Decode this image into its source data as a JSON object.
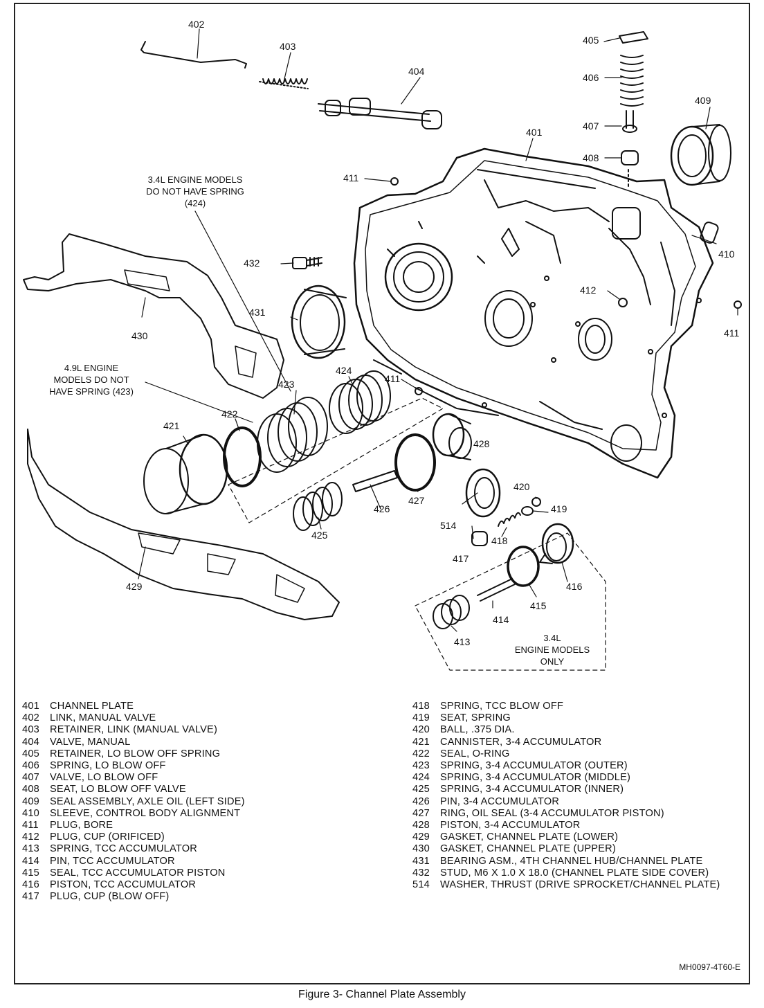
{
  "callouts": {
    "c401": "401",
    "c402": "402",
    "c403": "403",
    "c404": "404",
    "c405": "405",
    "c406": "406",
    "c407": "407",
    "c408": "408",
    "c409": "409",
    "c410": "410",
    "c411a": "411",
    "c411b": "411",
    "c411c": "411",
    "c412": "412",
    "c413": "413",
    "c414": "414",
    "c415": "415",
    "c416": "416",
    "c417": "417",
    "c418": "418",
    "c419": "419",
    "c420": "420",
    "c421": "421",
    "c422": "422",
    "c423": "423",
    "c424": "424",
    "c425": "425",
    "c426": "426",
    "c427": "427",
    "c428": "428",
    "c429": "429",
    "c430": "430",
    "c431": "431",
    "c432": "432",
    "c514": "514"
  },
  "notes": {
    "note_34_spring_l1": "3.4L ENGINE MODELS",
    "note_34_spring_l2": "DO NOT HAVE SPRING",
    "note_34_spring_l3": "(424)",
    "note_49_l1": "4.9L ENGINE",
    "note_49_l2": "MODELS DO NOT",
    "note_49_l3": "HAVE SPRING (423)",
    "note_34_only_l1": "3.4L",
    "note_34_only_l2": "ENGINE MODELS",
    "note_34_only_l3": "ONLY"
  },
  "legend_left": [
    {
      "num": "401",
      "desc": "CHANNEL PLATE"
    },
    {
      "num": "402",
      "desc": "LINK, MANUAL VALVE"
    },
    {
      "num": "403",
      "desc": "RETAINER, LINK (MANUAL VALVE)"
    },
    {
      "num": "404",
      "desc": "VALVE, MANUAL"
    },
    {
      "num": "405",
      "desc": "RETAINER, LO BLOW OFF SPRING"
    },
    {
      "num": "406",
      "desc": "SPRING, LO BLOW OFF"
    },
    {
      "num": "407",
      "desc": "VALVE, LO BLOW OFF"
    },
    {
      "num": "408",
      "desc": "SEAT, LO BLOW OFF VALVE"
    },
    {
      "num": "409",
      "desc": "SEAL ASSEMBLY, AXLE OIL (LEFT SIDE)"
    },
    {
      "num": "410",
      "desc": "SLEEVE, CONTROL BODY ALIGNMENT"
    },
    {
      "num": "411",
      "desc": "PLUG, BORE"
    },
    {
      "num": "412",
      "desc": "PLUG, CUP (ORIFICED)"
    },
    {
      "num": "413",
      "desc": "SPRING, TCC ACCUMULATOR"
    },
    {
      "num": "414",
      "desc": "PIN, TCC ACCUMULATOR"
    },
    {
      "num": "415",
      "desc": "SEAL, TCC ACCUMULATOR PISTON"
    },
    {
      "num": "416",
      "desc": "PISTON, TCC ACCUMULATOR"
    },
    {
      "num": "417",
      "desc": "PLUG, CUP (BLOW OFF)"
    }
  ],
  "legend_right": [
    {
      "num": "418",
      "desc": "SPRING, TCC BLOW OFF"
    },
    {
      "num": "419",
      "desc": "SEAT, SPRING"
    },
    {
      "num": "420",
      "desc": "BALL, .375 DIA."
    },
    {
      "num": "421",
      "desc": "CANNISTER, 3-4 ACCUMULATOR"
    },
    {
      "num": "422",
      "desc": "SEAL, O-RING"
    },
    {
      "num": "423",
      "desc": "SPRING, 3-4 ACCUMULATOR (OUTER)"
    },
    {
      "num": "424",
      "desc": "SPRING, 3-4 ACCUMULATOR (MIDDLE)"
    },
    {
      "num": "425",
      "desc": "SPRING, 3-4 ACCUMULATOR (INNER)"
    },
    {
      "num": "426",
      "desc": "PIN, 3-4 ACCUMULATOR"
    },
    {
      "num": "427",
      "desc": "RING, OIL SEAL (3-4 ACCUMULATOR PISTON)"
    },
    {
      "num": "428",
      "desc": "PISTON, 3-4 ACCUMULATOR"
    },
    {
      "num": "429",
      "desc": "GASKET, CHANNEL PLATE (LOWER)"
    },
    {
      "num": "430",
      "desc": "GASKET, CHANNEL PLATE (UPPER)"
    },
    {
      "num": "431",
      "desc": "BEARING ASM., 4TH CHANNEL HUB/CHANNEL PLATE"
    },
    {
      "num": "432",
      "desc": "STUD, M6 X 1.0 X 18.0 (CHANNEL PLATE SIDE COVER)"
    },
    {
      "num": "514",
      "desc": "WASHER, THRUST (DRIVE SPROCKET/CHANNEL PLATE)"
    }
  ],
  "figure_code": "MH0097-4T60-E",
  "caption": "Figure 3- Channel Plate Assembly"
}
